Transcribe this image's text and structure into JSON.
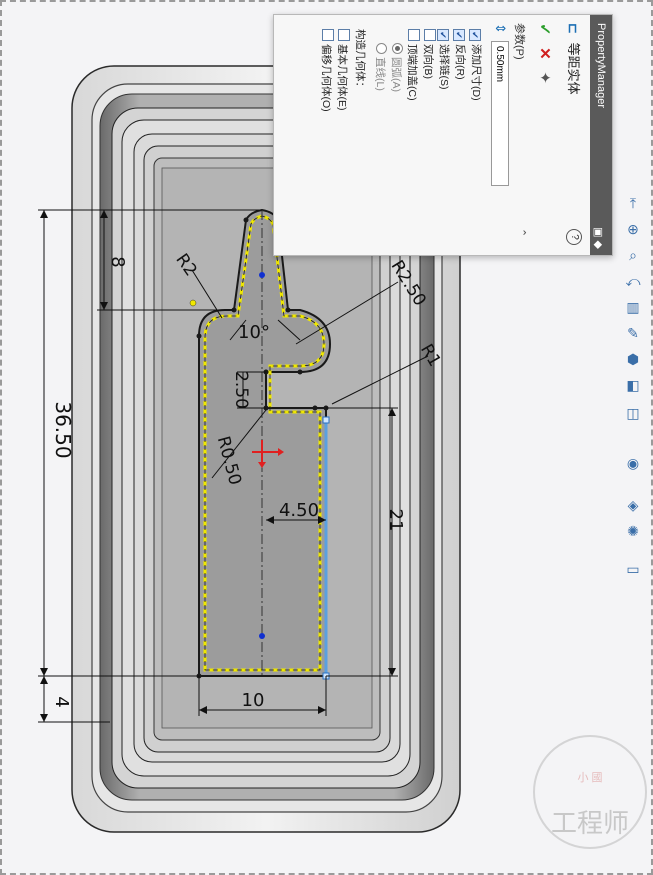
{
  "property_manager": {
    "header": "PropertyManager",
    "title": "等距实体",
    "help_label": "?",
    "ok_label": "✓",
    "cancel_label": "✕",
    "pin_label": "✦",
    "section_title": "参数(P)",
    "distance_value": "0.50mm",
    "options": [
      {
        "label": "添加尺寸(D)",
        "checked": true
      },
      {
        "label": "反向(R)",
        "checked": true
      },
      {
        "label": "选择链(S)",
        "checked": true
      },
      {
        "label": "双向(B)",
        "checked": false
      },
      {
        "label": "顶端加盖(C)",
        "checked": false
      }
    ],
    "cap_options": [
      {
        "label": "圆弧(A)",
        "selected": true
      },
      {
        "label": "直线(L)",
        "selected": false
      }
    ],
    "construct_title": "构造几何体：",
    "construct_options": [
      {
        "label": "基本几何体(E)",
        "checked": false
      },
      {
        "label": "偏移几何体(O)",
        "checked": false
      }
    ]
  },
  "dimensions": {
    "overall_height": "36.50",
    "top_offset": "8",
    "bottom_offset": "4",
    "right_height": "21",
    "width": "10",
    "inner_width": "4.50",
    "angle": "10°",
    "neck": "2.50",
    "r_top_left": "R2",
    "r_top_right": "R2.50",
    "r_right": "R1",
    "r_inner": "R0.50"
  },
  "watermark": {
    "top": "小 國",
    "main": "工程师"
  },
  "toolbar_icons": [
    "view-orientation-icon",
    "zoom-fit-icon",
    "zoom-area-icon",
    "previous-view-icon",
    "section-view-icon",
    "dynamic-annotation-icon",
    "display-style-icon",
    "hide-show-icon",
    "edit-appearance-icon",
    "apply-scene-icon",
    "view-settings-icon",
    "rotate-icon",
    "realview-icon",
    "monitor-icon"
  ],
  "colors": {
    "sketch_line": "#1a1a1a",
    "offset_line": "#f0e800",
    "selected_edge": "#5aa0e0",
    "point": "#1030d0",
    "panel_header": "#5a5a5a"
  }
}
